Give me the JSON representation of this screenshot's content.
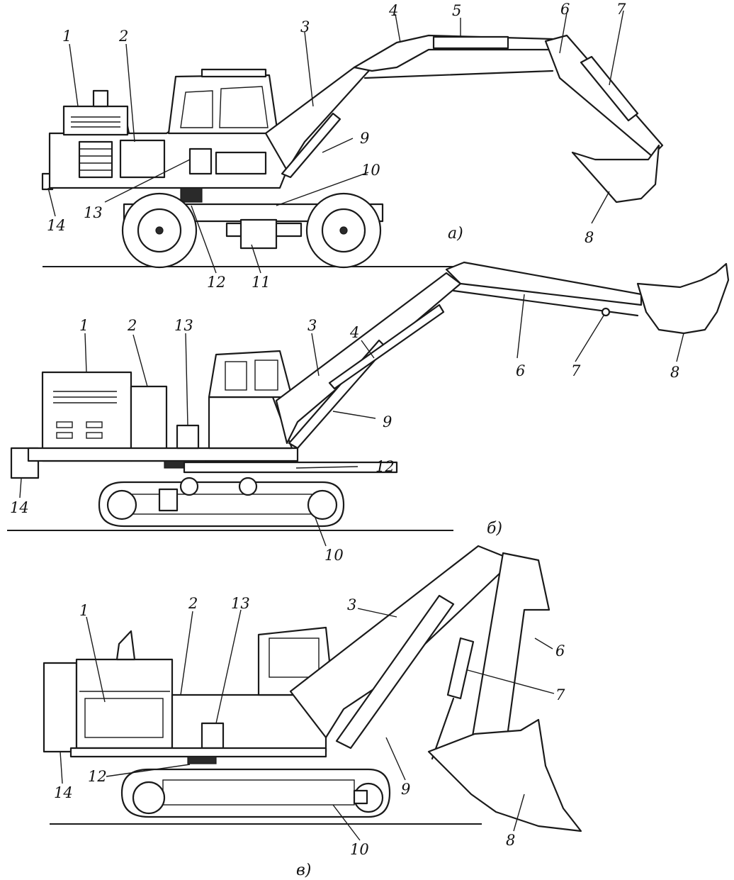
{
  "figure": {
    "panels": [
      {
        "id": "a",
        "caption": "а)",
        "labels": [
          "1",
          "2",
          "3",
          "4",
          "5",
          "6",
          "7",
          "8",
          "9",
          "10",
          "11",
          "12",
          "13",
          "14"
        ]
      },
      {
        "id": "b",
        "caption": "б)",
        "labels": [
          "1",
          "2",
          "13",
          "3",
          "4",
          "6",
          "7",
          "8",
          "9",
          "12",
          "14",
          "10"
        ]
      },
      {
        "id": "c",
        "caption": "в)",
        "labels": [
          "1",
          "2",
          "13",
          "3",
          "6",
          "7",
          "9",
          "14",
          "12",
          "10",
          "8"
        ]
      }
    ]
  }
}
